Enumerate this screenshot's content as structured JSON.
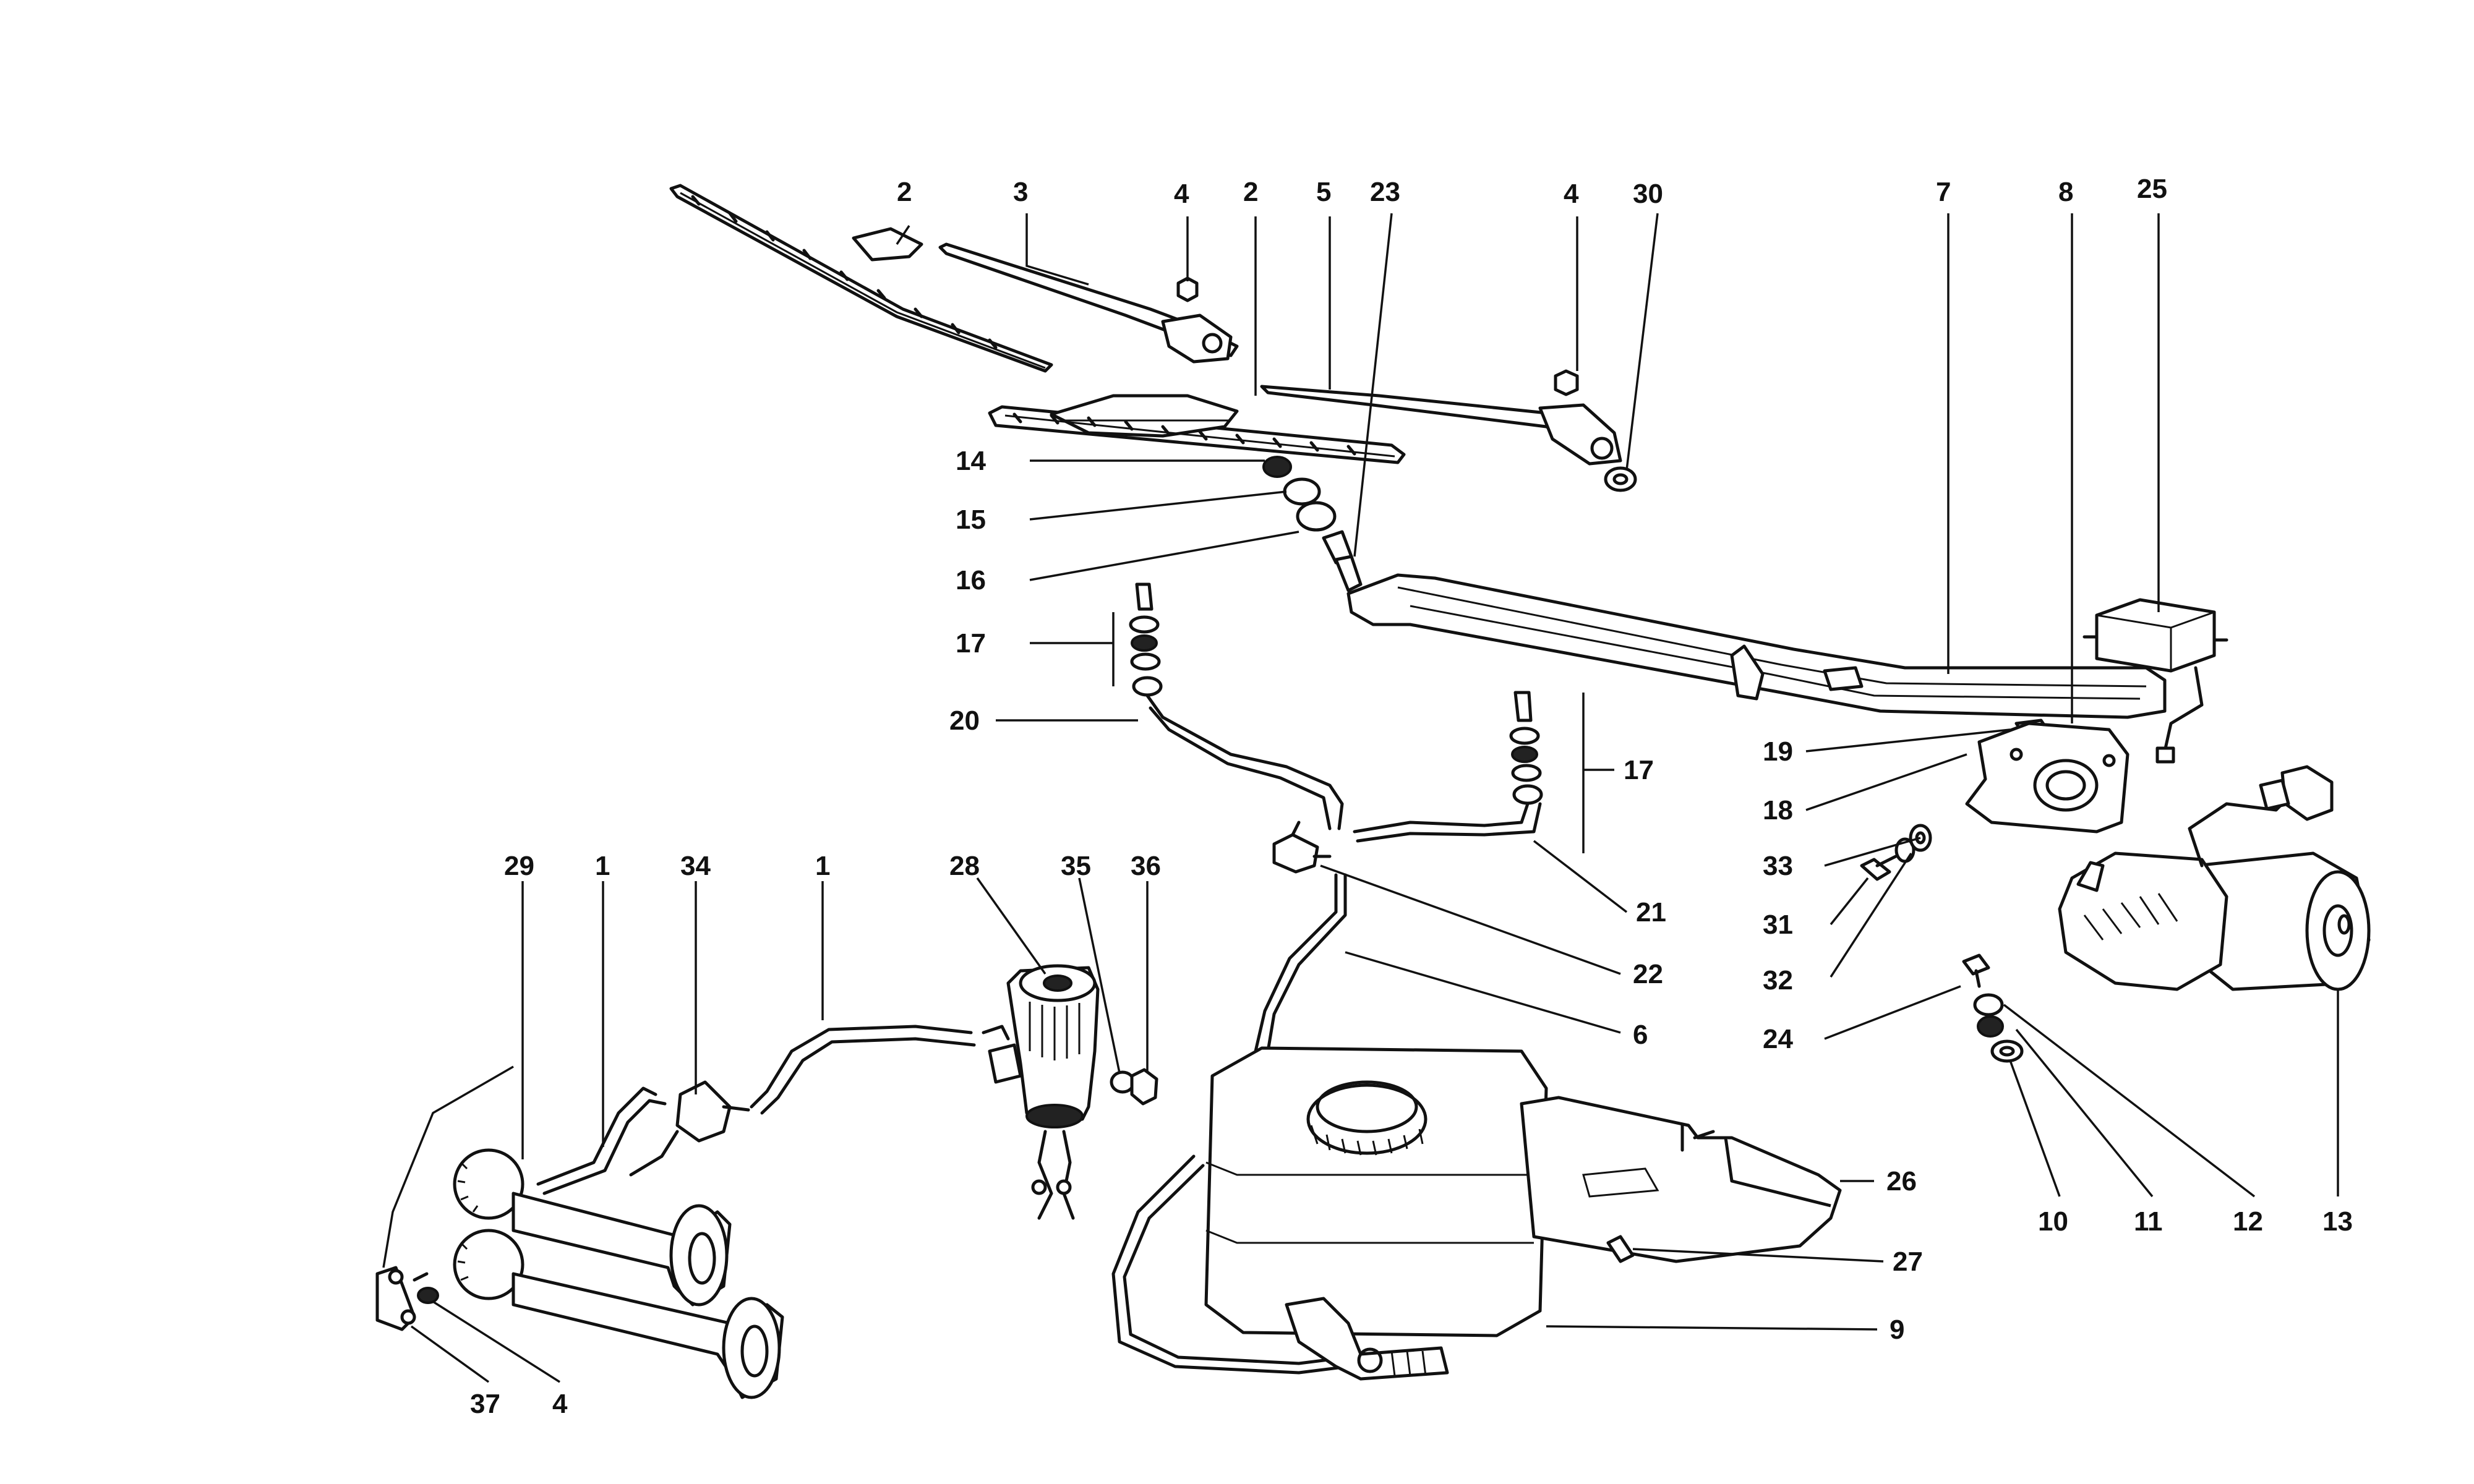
{
  "diagram": {
    "callouts": [
      {
        "id": "c-2a",
        "text": "2"
      },
      {
        "id": "c-3",
        "text": "3"
      },
      {
        "id": "c-4a",
        "text": "4"
      },
      {
        "id": "c-2b",
        "text": "2"
      },
      {
        "id": "c-5",
        "text": "5"
      },
      {
        "id": "c-23",
        "text": "23"
      },
      {
        "id": "c-4b",
        "text": "4"
      },
      {
        "id": "c-30",
        "text": "30"
      },
      {
        "id": "c-7",
        "text": "7"
      },
      {
        "id": "c-8",
        "text": "8"
      },
      {
        "id": "c-25",
        "text": "25"
      },
      {
        "id": "c-14",
        "text": "14"
      },
      {
        "id": "c-15",
        "text": "15"
      },
      {
        "id": "c-16",
        "text": "16"
      },
      {
        "id": "c-17a",
        "text": "17"
      },
      {
        "id": "c-20",
        "text": "20"
      },
      {
        "id": "c-17b",
        "text": "17"
      },
      {
        "id": "c-19",
        "text": "19"
      },
      {
        "id": "c-18",
        "text": "18"
      },
      {
        "id": "c-33",
        "text": "33"
      },
      {
        "id": "c-31",
        "text": "31"
      },
      {
        "id": "c-32",
        "text": "32"
      },
      {
        "id": "c-21",
        "text": "21"
      },
      {
        "id": "c-22",
        "text": "22"
      },
      {
        "id": "c-6",
        "text": "6"
      },
      {
        "id": "c-24",
        "text": "24"
      },
      {
        "id": "c-10",
        "text": "10"
      },
      {
        "id": "c-11",
        "text": "11"
      },
      {
        "id": "c-12",
        "text": "12"
      },
      {
        "id": "c-13",
        "text": "13"
      },
      {
        "id": "c-29",
        "text": "29"
      },
      {
        "id": "c-1a",
        "text": "1"
      },
      {
        "id": "c-34",
        "text": "34"
      },
      {
        "id": "c-1b",
        "text": "1"
      },
      {
        "id": "c-28",
        "text": "28"
      },
      {
        "id": "c-35",
        "text": "35"
      },
      {
        "id": "c-36",
        "text": "36"
      },
      {
        "id": "c-26",
        "text": "26"
      },
      {
        "id": "c-27",
        "text": "27"
      },
      {
        "id": "c-9",
        "text": "9"
      },
      {
        "id": "c-37",
        "text": "37"
      },
      {
        "id": "c-4c",
        "text": "4"
      }
    ]
  }
}
